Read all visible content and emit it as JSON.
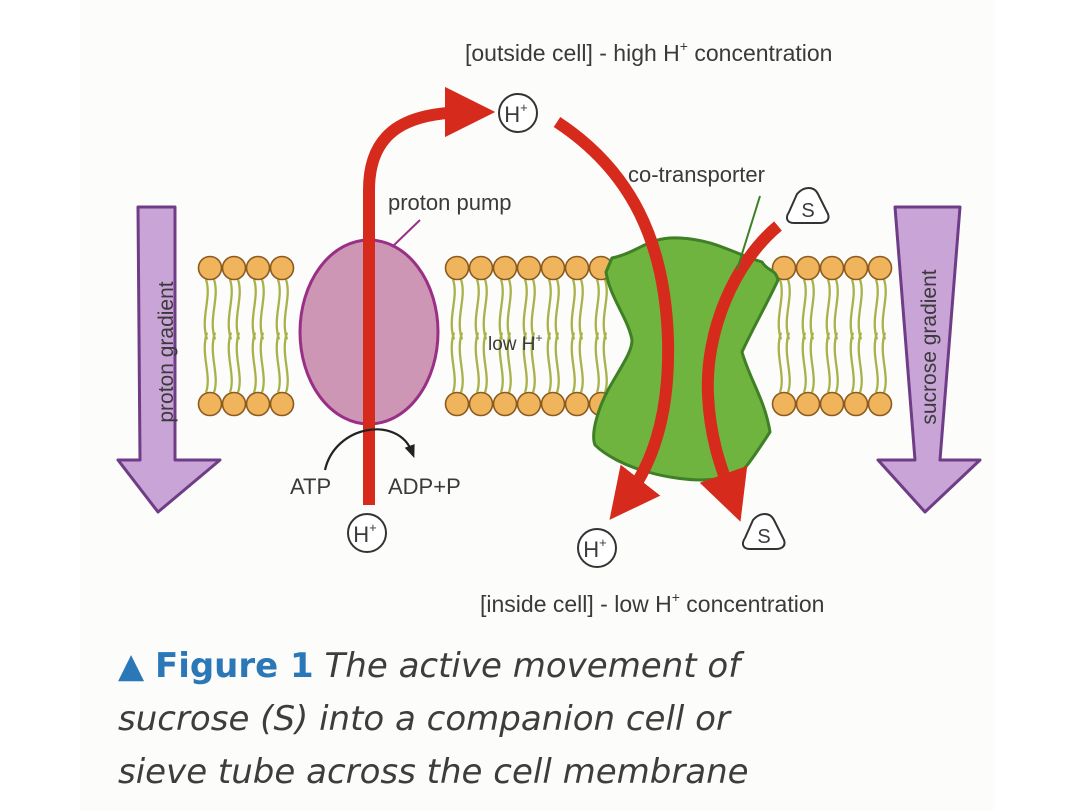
{
  "labels": {
    "outside": "[outside cell] - high H",
    "outside_sup": "+",
    "outside_end": " concentration",
    "inside": "[inside cell] - low H",
    "inside_sup": "+",
    "inside_end": " concentration",
    "proton_pump": "proton pump",
    "co_transporter": "co-transporter",
    "low_h": "low H",
    "low_h_sup": "+",
    "atp": "ATP",
    "adp": "ADP+P",
    "proton_gradient": "proton gradient",
    "sucrose_gradient": "sucrose gradient",
    "h_ion": "H",
    "h_ion_sup": "+",
    "sucrose": "S"
  },
  "caption": {
    "marker": "▲",
    "figure": "Figure 1",
    "text": "The active movement of sucrose (S) into a companion cell or sieve tube across the cell membrane"
  },
  "colors": {
    "arrow": "#d62b1c",
    "pump_fill": "#cc96b4",
    "pump_stroke": "#9a2f86",
    "transporter_fill": "#6fb43f",
    "transporter_stroke": "#3f7f25",
    "lipid_head": "#f0b55c",
    "lipid_tail": "#a9b24a",
    "gradient_fill": "#c9a4d6",
    "gradient_stroke": "#6f3d87",
    "caption_accent": "#2a78b8"
  }
}
